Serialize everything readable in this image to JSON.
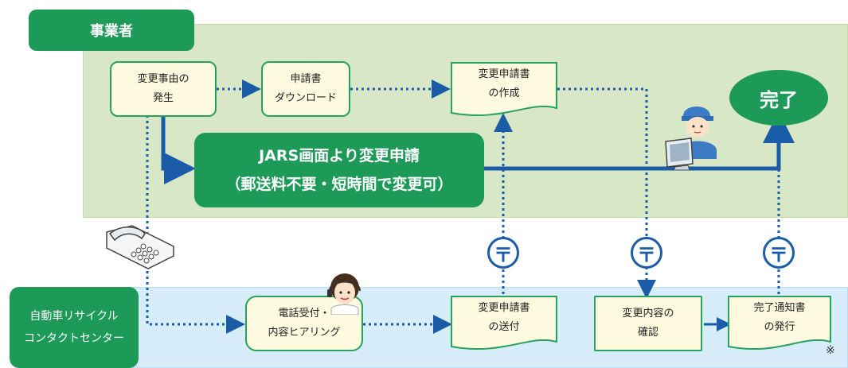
{
  "lanes": {
    "business": "事業者",
    "center_line1": "自動車リサイクル",
    "center_line2": "コンタクトセンター"
  },
  "nodes": {
    "occurrence": [
      "変更事由の",
      "発生"
    ],
    "download": [
      "申請書",
      "ダウンロード"
    ],
    "create": [
      "変更申請書",
      "の作成"
    ],
    "done": "完了",
    "banner": [
      "JARS画面より変更申請",
      "（郵送料不要・短時間で変更可）"
    ],
    "phone": [
      "電話受付・",
      "内容ヒアリング"
    ],
    "send": [
      "変更申請書",
      "の送付"
    ],
    "confirm": [
      "変更内容の",
      "確認"
    ],
    "notice": [
      "完了通知書",
      "の発行"
    ]
  },
  "post_mark": "〒",
  "note": "※",
  "colors": {
    "green": "#1d9a58",
    "blue": "#1a5ca8",
    "lane_green": "#d8e8c6",
    "lane_blue": "#d6ecf8"
  },
  "icons": [
    "telephone-icon",
    "operator-icon",
    "pc-user-icon"
  ]
}
